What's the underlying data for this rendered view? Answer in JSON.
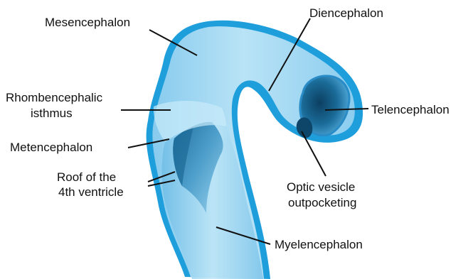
{
  "labels": {
    "mesencephalon": "Mesencephalon",
    "diencephalon": "Diencephalon",
    "rhombencephalic_line1": "Rhombencephalic",
    "rhombencephalic_line2": "isthmus",
    "telencephalon": "Telencephalon",
    "metencephalon": "Metencephalon",
    "roof_line1": "Roof of the",
    "roof_line2": "4th ventricle",
    "optic_line1": "Optic vesicle",
    "optic_line2": "outpocketing",
    "myelencephalon": "Myelencephalon"
  },
  "colors": {
    "outline": "#1e9fdc",
    "body_light": "#a9dcf3",
    "body_mid": "#7ec5ea",
    "cavity_dark": "#0f4d73",
    "leader": "#111111"
  }
}
